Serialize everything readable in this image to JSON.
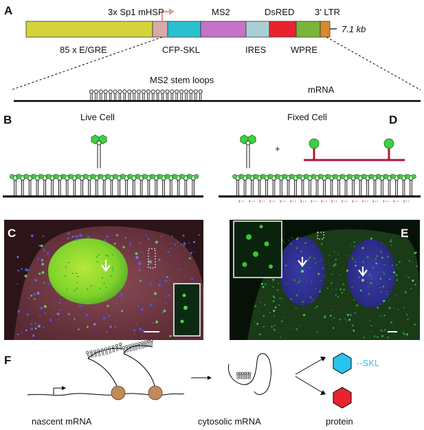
{
  "panels": {
    "a": "A",
    "b": "B",
    "c": "C",
    "d": "D",
    "e": "E",
    "f": "F"
  },
  "construct": {
    "top_labels": [
      "3x Sp1 mHSP",
      "MS2",
      "DsRED",
      "3' LTR"
    ],
    "bottom_labels": [
      "85 x E/GRE",
      "CFP-SKL",
      "IRES",
      "WPRE"
    ],
    "size": "7.1 kb",
    "segment_colors": {
      "egre": "#d4d43a",
      "sp1": "#d9a8ab",
      "cfp": "#29c1cf",
      "ms2": "#c473c6",
      "ires": "#a9cfd3",
      "dsred": "#e8232e",
      "wpre": "#79b53a",
      "ltr": "#d88a2a"
    },
    "promoter_arrow_color": "#e89c9c"
  },
  "mrna": {
    "stem_loops_label": "MS2 stem loops",
    "mrna_label": "mRNA"
  },
  "live_cell": {
    "title": "Live Cell"
  },
  "fixed_cell": {
    "title": "Fixed Cell",
    "plus": "+"
  },
  "colors": {
    "gfp": "#3ed13e",
    "probe": "#b0143c"
  },
  "bottom": {
    "skl_label": "--SKL",
    "nascent_label": "nascent mRNA",
    "cytosolic_label": "cytosolic mRNA",
    "protein_label": "protein",
    "cyan_color": "#2bc3f0",
    "red_color": "#e8232e",
    "ribosome_color": "#c08a5c"
  }
}
